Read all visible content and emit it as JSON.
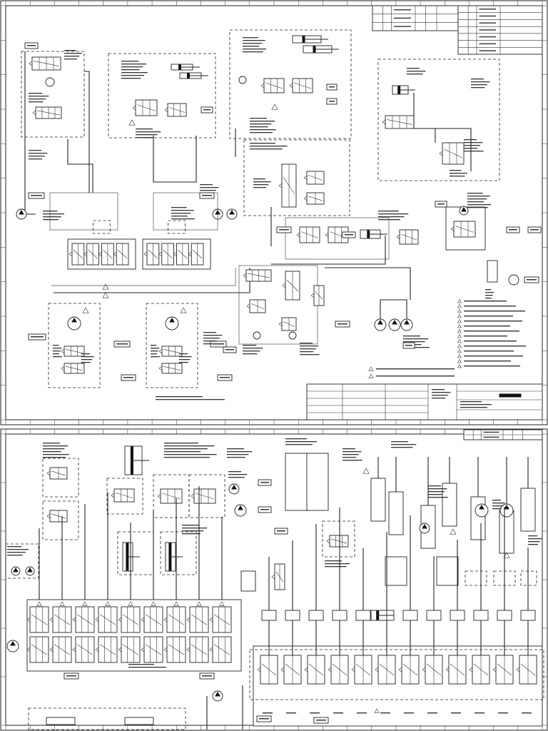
{
  "sheets": [
    {
      "id": "sheet-1",
      "zone_columns": [
        "",
        "",
        "",
        "",
        "",
        "",
        "",
        "",
        "",
        "",
        "",
        "",
        "",
        "",
        "",
        "",
        "",
        "",
        "",
        "",
        "",
        ""
      ],
      "zone_rows": [
        "",
        "",
        "",
        "",
        "",
        "",
        "",
        "",
        "",
        "",
        "",
        ""
      ],
      "revision_table": {
        "rows": 3,
        "cols": 6
      },
      "parts_table": {
        "rows": 7,
        "cols": 4
      },
      "title_block": {
        "logo": "",
        "drawing_number": "",
        "sheet": ""
      },
      "notes_count": 14,
      "footer_notes_count": 2
    },
    {
      "id": "sheet-2",
      "zone_columns": [
        "",
        "",
        "",
        "",
        "",
        "",
        "",
        "",
        "",
        "",
        "",
        "",
        "",
        "",
        "",
        "",
        "",
        "",
        "",
        "",
        "",
        ""
      ],
      "zone_rows": [
        "",
        "",
        "",
        "",
        "",
        ""
      ],
      "revision_table": {
        "rows": 2,
        "cols": 6
      },
      "valve_bank_left_sections": 9,
      "valve_bank_right_sections": 12,
      "detail_box_title": ""
    }
  ]
}
